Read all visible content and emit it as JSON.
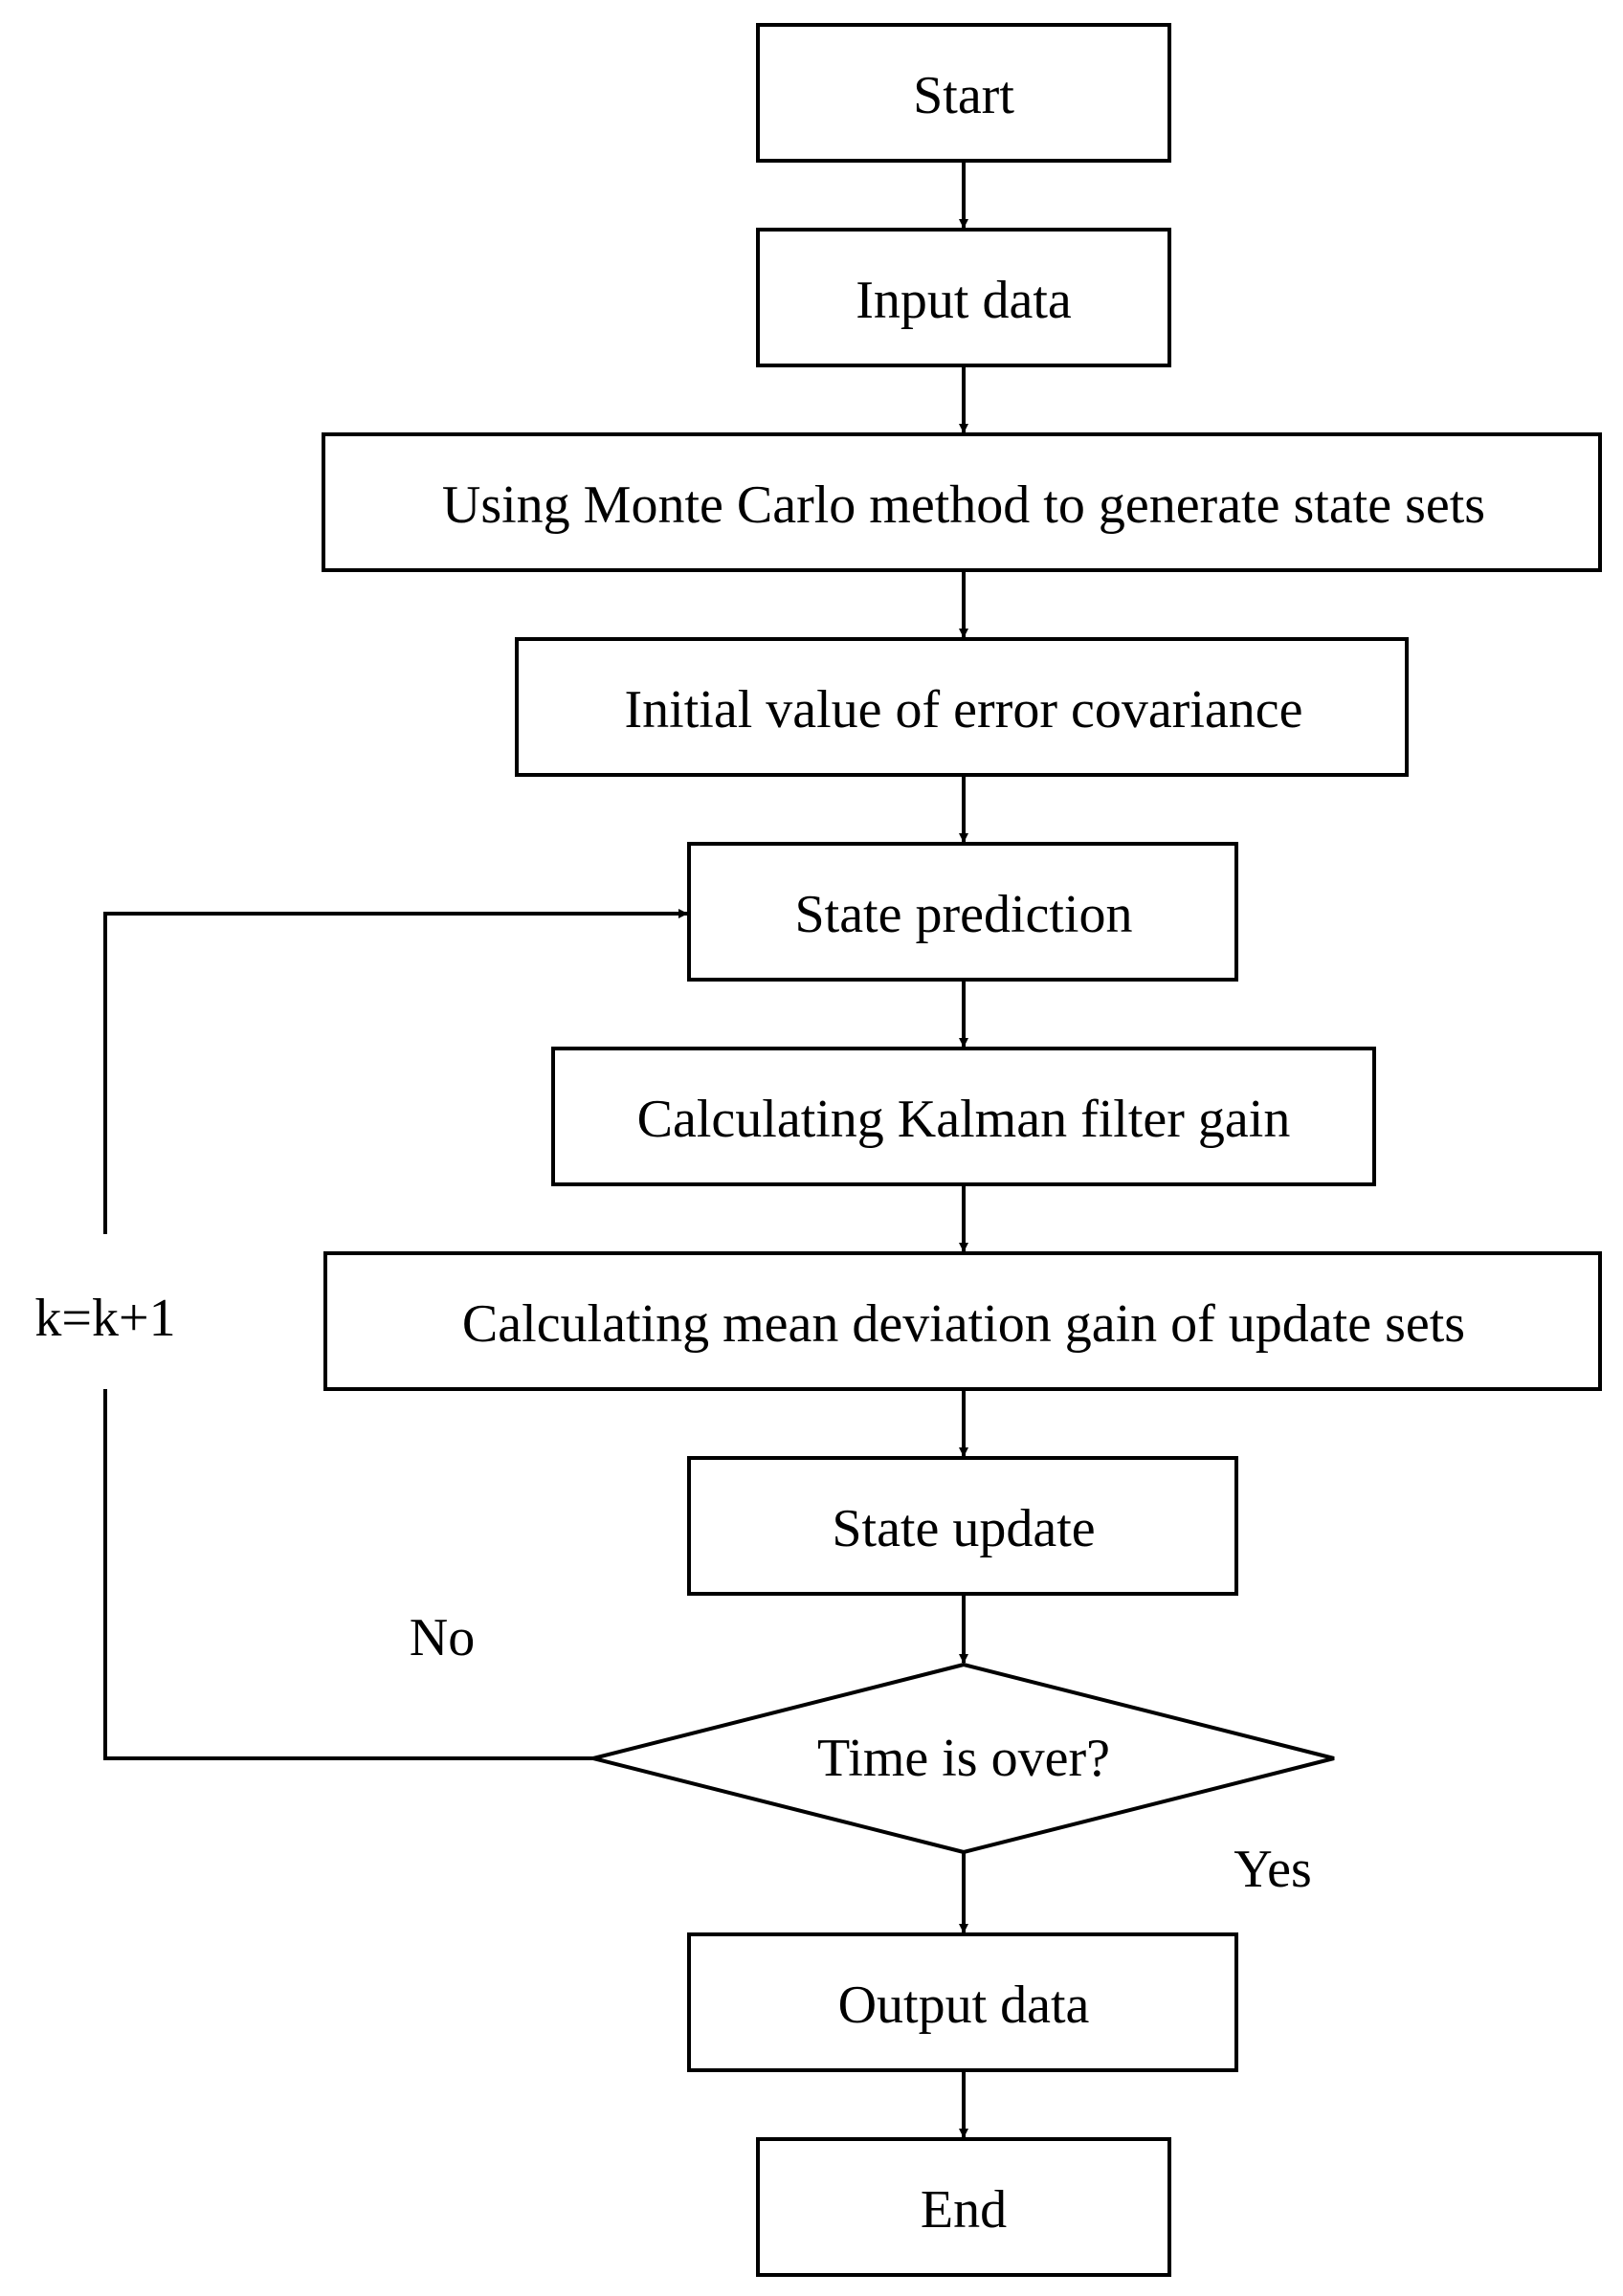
{
  "steps": {
    "start": "Start",
    "input": "Input data",
    "monte_carlo": "Using Monte Carlo method to generate state sets",
    "init_cov": "Initial value of error covariance",
    "predict": "State prediction",
    "kalman_gain": "Calculating Kalman filter gain",
    "mean_dev": "Calculating mean deviation gain of update sets",
    "update": "State update",
    "decision": "Time is over?",
    "output": "Output data",
    "end": "End"
  },
  "branches": {
    "no": "No",
    "yes": "Yes",
    "increment": "k=k+1"
  }
}
